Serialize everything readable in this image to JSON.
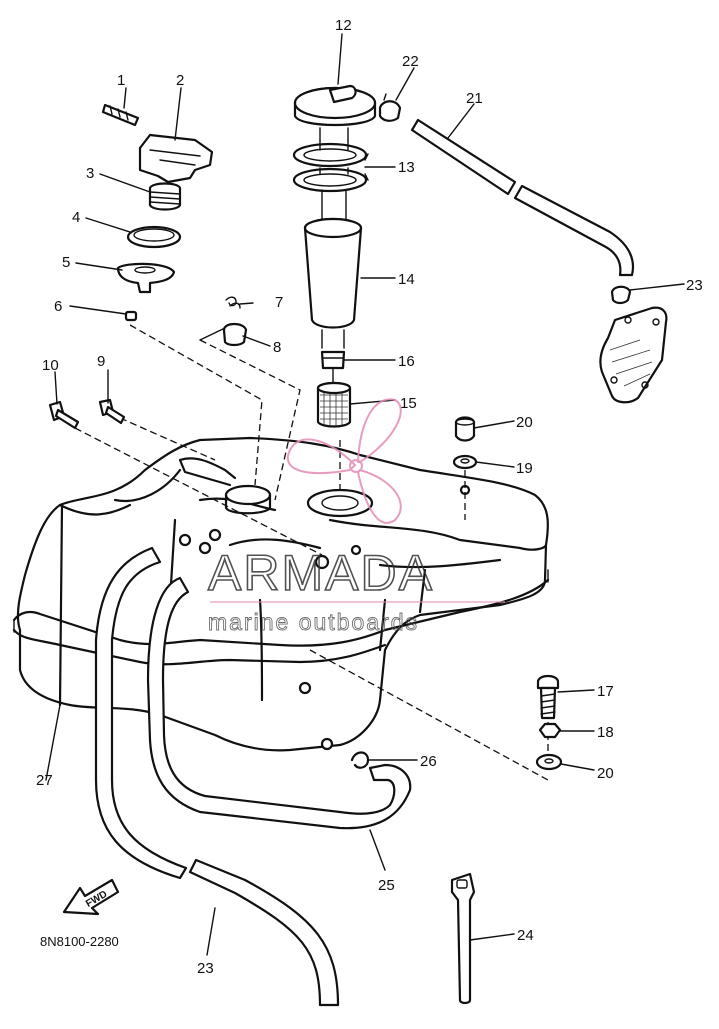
{
  "callouts": [
    "1",
    "2",
    "3",
    "4",
    "5",
    "6",
    "7",
    "8",
    "9",
    "10",
    "12",
    "13",
    "14",
    "15",
    "16",
    "17",
    "18",
    "19",
    "20",
    "20",
    "21",
    "22",
    "23",
    "23",
    "24",
    "25",
    "26",
    "27"
  ],
  "diagram_code": "8N8100-2280",
  "fwd_label": "FWD",
  "watermark": {
    "brand": "ARMADA",
    "tagline": "marine outboards",
    "logo_color": "#e48bb6"
  }
}
